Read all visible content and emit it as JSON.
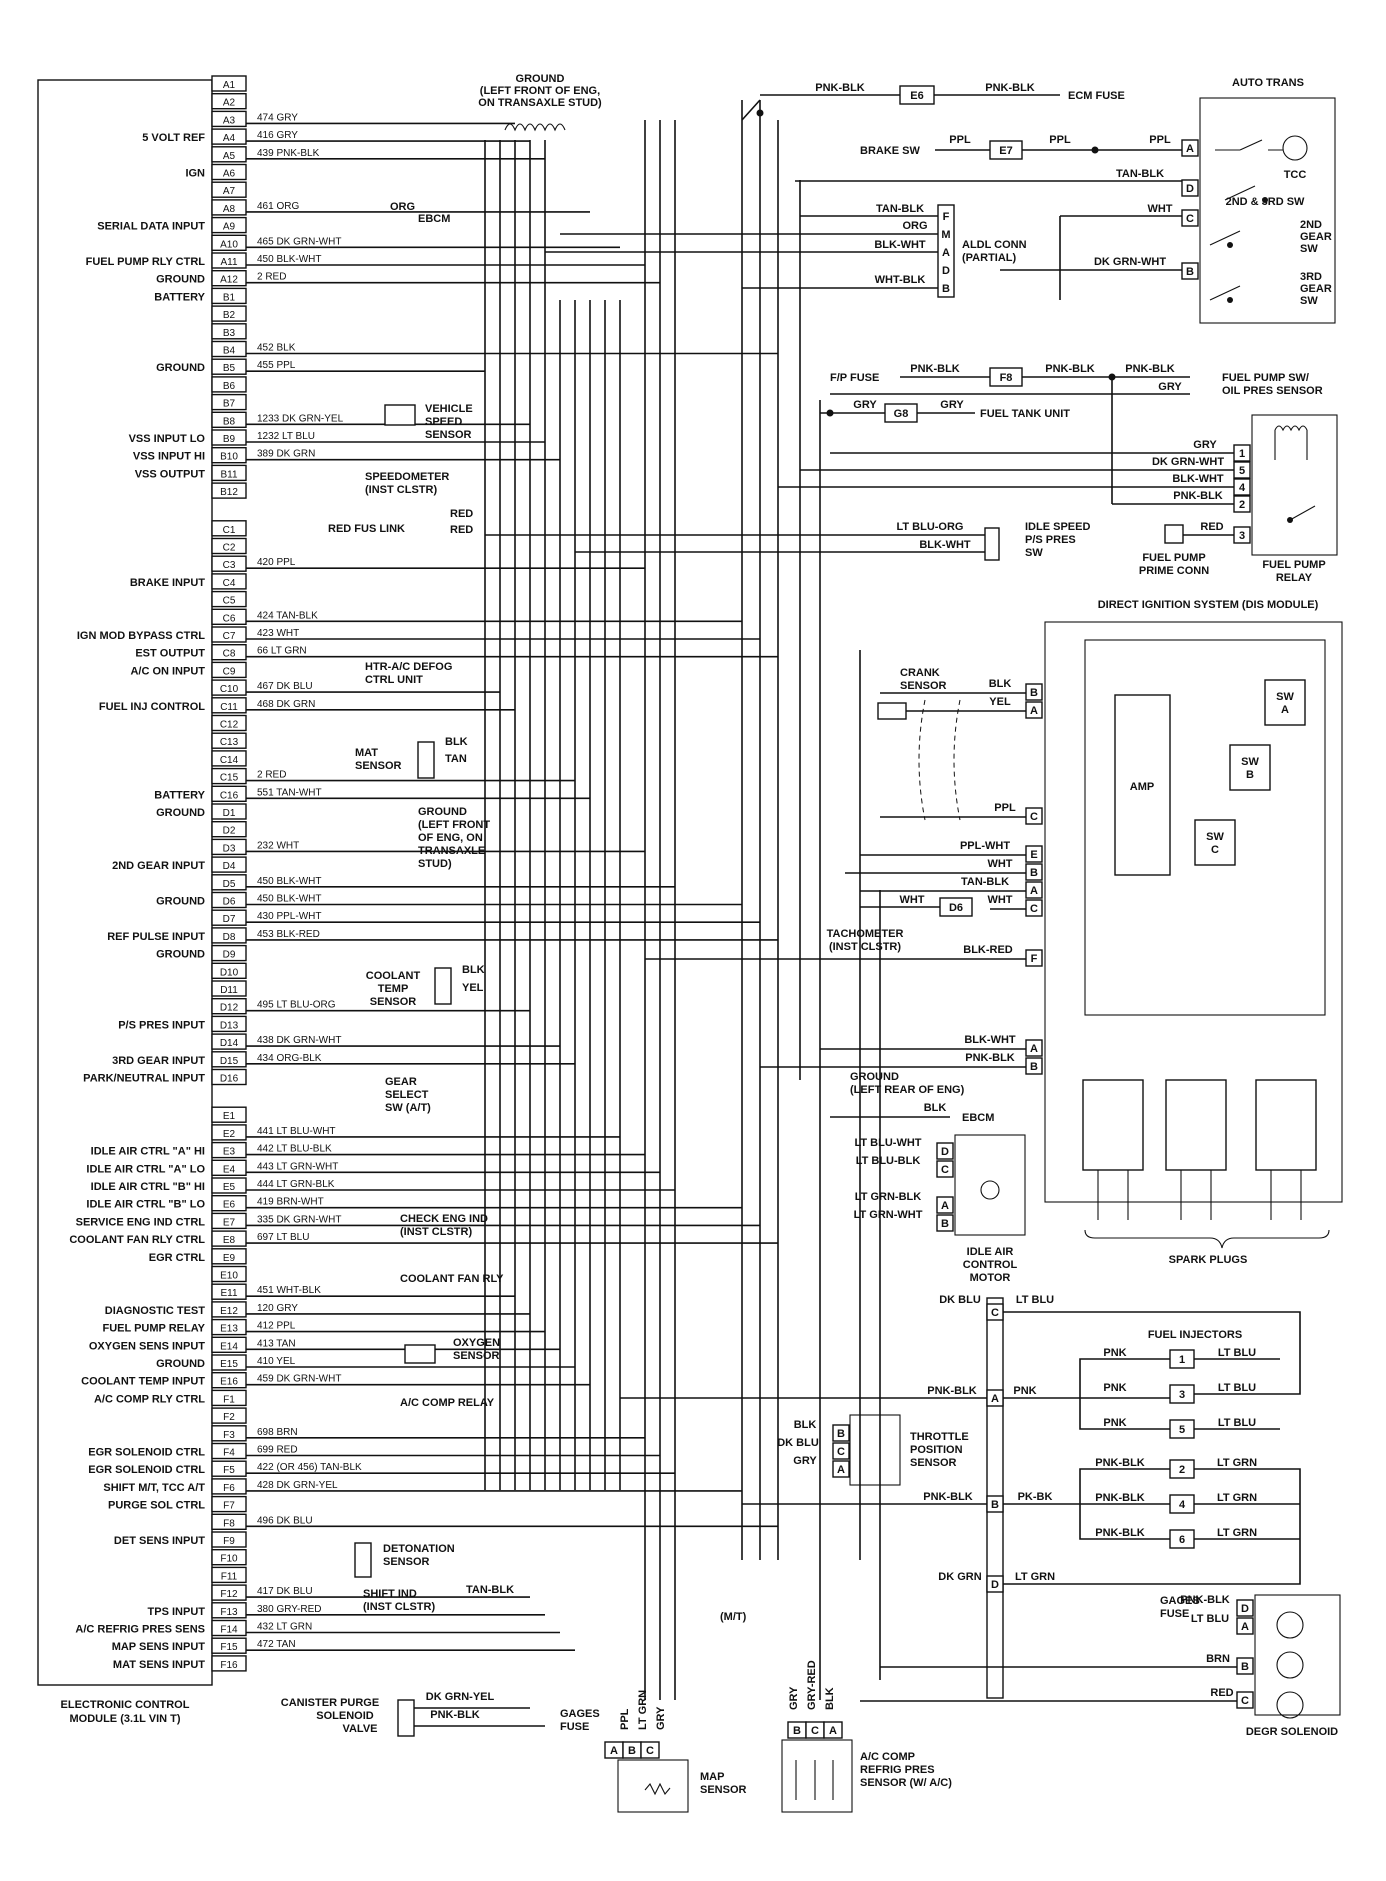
{
  "ecm": {
    "title_line1": "ELECTRONIC CONTROL",
    "title_line2": "MODULE (3.1L VIN T)",
    "pins": [
      {
        "pin": "A1",
        "func": "",
        "wire": ""
      },
      {
        "pin": "A2",
        "func": "",
        "wire": ""
      },
      {
        "pin": "A3",
        "func": "",
        "wire": "474 GRY"
      },
      {
        "pin": "A4",
        "func": "5 VOLT REF",
        "wire": "416 GRY"
      },
      {
        "pin": "A5",
        "func": "",
        "wire": "439 PNK-BLK"
      },
      {
        "pin": "A6",
        "func": "IGN",
        "wire": ""
      },
      {
        "pin": "A7",
        "func": "",
        "wire": ""
      },
      {
        "pin": "A8",
        "func": "",
        "wire": "461 ORG"
      },
      {
        "pin": "A9",
        "func": "SERIAL DATA INPUT",
        "wire": ""
      },
      {
        "pin": "A10",
        "func": "",
        "wire": "465 DK GRN-WHT"
      },
      {
        "pin": "A11",
        "func": "FUEL PUMP RLY CTRL",
        "wire": "450 BLK-WHT"
      },
      {
        "pin": "A12",
        "func": "GROUND",
        "wire": "2 RED"
      },
      {
        "pin": "B1",
        "func": "BATTERY",
        "wire": ""
      },
      {
        "pin": "B2",
        "func": "",
        "wire": ""
      },
      {
        "pin": "B3",
        "func": "",
        "wire": ""
      },
      {
        "pin": "B4",
        "func": "",
        "wire": "452 BLK"
      },
      {
        "pin": "B5",
        "func": "GROUND",
        "wire": "455 PPL"
      },
      {
        "pin": "B6",
        "func": "",
        "wire": ""
      },
      {
        "pin": "B7",
        "func": "",
        "wire": ""
      },
      {
        "pin": "B8",
        "func": "",
        "wire": "1233 DK GRN-YEL"
      },
      {
        "pin": "B9",
        "func": "VSS INPUT LO",
        "wire": "1232 LT BLU"
      },
      {
        "pin": "B10",
        "func": "VSS INPUT HI",
        "wire": "389 DK GRN"
      },
      {
        "pin": "B11",
        "func": "VSS OUTPUT",
        "wire": ""
      },
      {
        "pin": "B12",
        "func": "",
        "wire": ""
      },
      {
        "pin": "C1",
        "func": "",
        "wire": ""
      },
      {
        "pin": "C2",
        "func": "",
        "wire": ""
      },
      {
        "pin": "C3",
        "func": "",
        "wire": "420 PPL"
      },
      {
        "pin": "C4",
        "func": "BRAKE INPUT",
        "wire": ""
      },
      {
        "pin": "C5",
        "func": "",
        "wire": ""
      },
      {
        "pin": "C6",
        "func": "",
        "wire": "424 TAN-BLK"
      },
      {
        "pin": "C7",
        "func": "IGN MOD BYPASS CTRL",
        "wire": "423 WHT"
      },
      {
        "pin": "C8",
        "func": "EST OUTPUT",
        "wire": "66 LT GRN"
      },
      {
        "pin": "C9",
        "func": "A/C ON INPUT",
        "wire": ""
      },
      {
        "pin": "C10",
        "func": "",
        "wire": "467 DK BLU"
      },
      {
        "pin": "C11",
        "func": "FUEL INJ CONTROL",
        "wire": "468 DK GRN"
      },
      {
        "pin": "C12",
        "func": "",
        "wire": ""
      },
      {
        "pin": "C13",
        "func": "",
        "wire": ""
      },
      {
        "pin": "C14",
        "func": "",
        "wire": ""
      },
      {
        "pin": "C15",
        "func": "",
        "wire": "2 RED"
      },
      {
        "pin": "C16",
        "func": "BATTERY",
        "wire": "551 TAN-WHT"
      },
      {
        "pin": "D1",
        "func": "GROUND",
        "wire": ""
      },
      {
        "pin": "D2",
        "func": "",
        "wire": ""
      },
      {
        "pin": "D3",
        "func": "",
        "wire": "232 WHT"
      },
      {
        "pin": "D4",
        "func": "2ND GEAR INPUT",
        "wire": ""
      },
      {
        "pin": "D5",
        "func": "",
        "wire": "450 BLK-WHT"
      },
      {
        "pin": "D6",
        "func": "GROUND",
        "wire": "450 BLK-WHT"
      },
      {
        "pin": "D7",
        "func": "",
        "wire": "430 PPL-WHT"
      },
      {
        "pin": "D8",
        "func": "REF PULSE INPUT",
        "wire": "453 BLK-RED"
      },
      {
        "pin": "D9",
        "func": "GROUND",
        "wire": ""
      },
      {
        "pin": "D10",
        "func": "",
        "wire": ""
      },
      {
        "pin": "D11",
        "func": "",
        "wire": ""
      },
      {
        "pin": "D12",
        "func": "",
        "wire": "495 LT BLU-ORG"
      },
      {
        "pin": "D13",
        "func": "P/S PRES INPUT",
        "wire": ""
      },
      {
        "pin": "D14",
        "func": "",
        "wire": "438 DK GRN-WHT"
      },
      {
        "pin": "D15",
        "func": "3RD GEAR INPUT",
        "wire": "434 ORG-BLK"
      },
      {
        "pin": "D16",
        "func": "PARK/NEUTRAL INPUT",
        "wire": ""
      },
      {
        "pin": "E1",
        "func": "",
        "wire": ""
      },
      {
        "pin": "E2",
        "func": "",
        "wire": "441 LT BLU-WHT"
      },
      {
        "pin": "E3",
        "func": "IDLE AIR CTRL \"A\" HI",
        "wire": "442 LT BLU-BLK"
      },
      {
        "pin": "E4",
        "func": "IDLE AIR CTRL \"A\" LO",
        "wire": "443 LT GRN-WHT"
      },
      {
        "pin": "E5",
        "func": "IDLE AIR CTRL \"B\" HI",
        "wire": "444 LT GRN-BLK"
      },
      {
        "pin": "E6",
        "func": "IDLE AIR CTRL \"B\" LO",
        "wire": "419 BRN-WHT"
      },
      {
        "pin": "E7",
        "func": "SERVICE ENG IND CTRL",
        "wire": "335 DK GRN-WHT"
      },
      {
        "pin": "E8",
        "func": "COOLANT FAN RLY CTRL",
        "wire": "697 LT BLU"
      },
      {
        "pin": "E9",
        "func": "EGR CTRL",
        "wire": ""
      },
      {
        "pin": "E10",
        "func": "",
        "wire": ""
      },
      {
        "pin": "E11",
        "func": "",
        "wire": "451 WHT-BLK"
      },
      {
        "pin": "E12",
        "func": "DIAGNOSTIC TEST",
        "wire": "120 GRY"
      },
      {
        "pin": "E13",
        "func": "FUEL PUMP RELAY",
        "wire": "412 PPL"
      },
      {
        "pin": "E14",
        "func": "OXYGEN SENS INPUT",
        "wire": "413 TAN"
      },
      {
        "pin": "E15",
        "func": "GROUND",
        "wire": "410 YEL"
      },
      {
        "pin": "E16",
        "func": "COOLANT TEMP INPUT",
        "wire": "459 DK GRN-WHT"
      },
      {
        "pin": "F1",
        "func": "A/C COMP RLY CTRL",
        "wire": ""
      },
      {
        "pin": "F2",
        "func": "",
        "wire": ""
      },
      {
        "pin": "F3",
        "func": "",
        "wire": "698 BRN"
      },
      {
        "pin": "F4",
        "func": "EGR SOLENOID CTRL",
        "wire": "699 RED"
      },
      {
        "pin": "F5",
        "func": "EGR SOLENOID CTRL",
        "wire": "422 (OR 456) TAN-BLK"
      },
      {
        "pin": "F6",
        "func": "SHIFT M/T, TCC A/T",
        "wire": "428 DK GRN-YEL"
      },
      {
        "pin": "F7",
        "func": "PURGE SOL CTRL",
        "wire": ""
      },
      {
        "pin": "F8",
        "func": "",
        "wire": "496 DK BLU"
      },
      {
        "pin": "F9",
        "func": "DET SENS INPUT",
        "wire": ""
      },
      {
        "pin": "F10",
        "func": "",
        "wire": ""
      },
      {
        "pin": "F11",
        "func": "",
        "wire": ""
      },
      {
        "pin": "F12",
        "func": "",
        "wire": "417 DK BLU"
      },
      {
        "pin": "F13",
        "func": "TPS INPUT",
        "wire": "380 GRY-RED"
      },
      {
        "pin": "F14",
        "func": "A/C REFRIG PRES SENS",
        "wire": "432 LT GRN"
      },
      {
        "pin": "F15",
        "func": "MAP SENS INPUT",
        "wire": "472 TAN"
      },
      {
        "pin": "F16",
        "func": "MAT SENS INPUT",
        "wire": ""
      }
    ]
  },
  "labels": {
    "ground_top": [
      "GROUND",
      "(LEFT FRONT OF ENG,",
      "ON TRANSAXLE STUD)"
    ],
    "ebcm_a8": "EBCM",
    "org_a8": "ORG",
    "vehicle_speed_sensor": [
      "VEHICLE",
      "SPEED",
      "SENSOR"
    ],
    "speedometer": [
      "SPEEDOMETER",
      "(INST CLSTR)"
    ],
    "red_fus_link": "RED FUS LINK",
    "red1": "RED",
    "red2": "RED",
    "htr_ac": [
      "HTR-A/C DEFOG",
      "CTRL UNIT"
    ],
    "mat_sensor": [
      "MAT",
      "SENSOR"
    ],
    "mat_blk": "BLK",
    "mat_tan": "TAN",
    "ground_mid": [
      "GROUND",
      "(LEFT FRONT",
      "OF ENG, ON",
      "TRANSAXLE",
      "STUD)"
    ],
    "coolant_temp_sensor": [
      "COOLANT",
      "TEMP",
      "SENSOR"
    ],
    "cts_blk": "BLK",
    "cts_yel": "YEL",
    "gear_select": [
      "GEAR",
      "SELECT",
      "SW (A/T)"
    ],
    "check_eng": [
      "CHECK ENG IND",
      "(INST CLSTR)"
    ],
    "coolant_fan_rly": "COOLANT FAN RLY",
    "oxygen_sensor": [
      "OXYGEN",
      "SENSOR"
    ],
    "ac_comp_relay": "A/C COMP RELAY",
    "detonation_sensor": [
      "DETONATION",
      "SENSOR"
    ],
    "shift_ind": [
      "SHIFT IND",
      "(INST CLSTR)"
    ],
    "shift_tan_blk": "TAN-BLK",
    "canister": [
      "CANISTER PURGE",
      "SOLENOID",
      "VALVE"
    ],
    "can_dkgrn_yel": "DK GRN-YEL",
    "can_pnk_blk": "PNK-BLK",
    "gages_fuse_bottom": [
      "GAGES",
      "FUSE"
    ],
    "mt": "(M/T)",
    "map_sensor": [
      "MAP",
      "SENSOR"
    ],
    "map_pins": [
      "A",
      "B",
      "C"
    ],
    "map_wires": [
      "PPL",
      "LT GRN",
      "GRY"
    ],
    "ac_refrig": [
      "A/C COMP",
      "REFRIG PRES",
      "SENSOR (W/ A/C)"
    ],
    "ac_pins": [
      "B",
      "C",
      "A"
    ],
    "ac_wires": [
      "GRY",
      "GRY-RED",
      "BLK"
    ],
    "e6_fuse": "E6",
    "e6_left": "PNK-BLK",
    "e6_right": "PNK-BLK",
    "ecm_fuse": "ECM FUSE",
    "brake_sw": "BRAKE SW",
    "e7": "E7",
    "brake_ppl1": "PPL",
    "brake_ppl2": "PPL",
    "brake_ppl3": "PPL",
    "auto_trans": "AUTO TRANS",
    "tcc": "TCC",
    "sw_23": "2ND & 3RD SW",
    "gear2": [
      "2ND",
      "GEAR",
      "SW"
    ],
    "gear3": [
      "3RD",
      "GEAR",
      "SW"
    ],
    "at_tan_blk": "TAN-BLK",
    "at_wht": "WHT",
    "at_dkgrn_wht": "DK GRN-WHT",
    "at_pins": [
      "A",
      "D",
      "C",
      "B"
    ],
    "aldl": [
      "ALDL CONN",
      "(PARTIAL)"
    ],
    "aldl_wires": [
      "TAN-BLK",
      "ORG",
      "BLK-WHT",
      "WHT-BLK"
    ],
    "aldl_pins": [
      "F",
      "M",
      "A",
      "D",
      "B"
    ],
    "fp_fuse": "F/P FUSE",
    "f8": "F8",
    "fp_pnk1": "PNK-BLK",
    "fp_pnk2": "PNK-BLK",
    "fp_pnk3": "PNK-BLK",
    "fp_gry": "GRY",
    "fuel_pump_sw": [
      "FUEL PUMP SW/",
      "OIL PRES SENSOR"
    ],
    "g8": "G8",
    "g8_gry1": "GRY",
    "g8_gry2": "GRY",
    "fuel_tank": "FUEL TANK UNIT",
    "relay_wires": [
      "GRY",
      "DK GRN-WHT",
      "BLK-WHT",
      "PNK-BLK",
      "RED"
    ],
    "relay_pins": [
      "1",
      "5",
      "4",
      "2",
      "3"
    ],
    "fuel_pump_prime": [
      "FUEL PUMP",
      "PRIME CONN"
    ],
    "fuel_pump_relay": [
      "FUEL PUMP",
      "RELAY"
    ],
    "idle_speed": [
      "IDLE SPEED",
      "P/S PRES",
      "SW"
    ],
    "iss_wires": [
      "LT BLU-ORG",
      "BLK-WHT"
    ],
    "dis_title": "DIRECT IGNITION SYSTEM (DIS MODULE)",
    "crank_sensor": [
      "CRANK",
      "SENSOR"
    ],
    "dis_wires": [
      "BLK",
      "YEL",
      "PPL",
      "PPL-WHT",
      "WHT",
      "TAN-BLK",
      "WHT",
      "BLK-RED"
    ],
    "dis_pins": [
      "B",
      "A",
      "C",
      "E",
      "B",
      "A",
      "C",
      "F"
    ],
    "d6": "D6",
    "d6_wht": "WHT",
    "tachometer": [
      "TACHOMETER",
      "(INST CLSTR)"
    ],
    "amp": "AMP",
    "sw_a": [
      "SW",
      "A"
    ],
    "sw_b": [
      "SW",
      "B"
    ],
    "sw_c": [
      "SW",
      "C"
    ],
    "dis_gnd_wires": [
      "BLK-WHT",
      "PNK-BLK"
    ],
    "dis_gnd_pins": [
      "A",
      "B"
    ],
    "ground_rear": [
      "GROUND",
      "(LEFT REAR OF ENG)"
    ],
    "ebcm_blk": "BLK",
    "ebcm2": "EBCM",
    "spark_plugs": "SPARK PLUGS",
    "iac_wires": [
      "LT BLU-WHT",
      "LT BLU-BLK",
      "LT GRN-BLK",
      "LT GRN-WHT"
    ],
    "iac_pins": [
      "D",
      "C",
      "A",
      "B"
    ],
    "iac": [
      "IDLE AIR",
      "CONTROL",
      "MOTOR"
    ],
    "inj_dk_blu": "DK BLU",
    "inj_lt_blu": "LT BLU",
    "fuel_injectors": "FUEL INJECTORS",
    "inj_pnk": [
      "PNK",
      "PNK",
      "PNK"
    ],
    "inj_num_a": [
      "1",
      "3",
      "5"
    ],
    "inj_ltblu": [
      "LT BLU",
      "LT BLU",
      "LT BLU"
    ],
    "inj_pnkblk_a": "PNK-BLK",
    "inj_pnk_a": "PNK",
    "inj_pnkblk_b": "PNK-BLK",
    "inj_pkbk": "PK-BK",
    "inj_pnkblk": [
      "PNK-BLK",
      "PNK-BLK",
      "PNK-BLK"
    ],
    "inj_num_b": [
      "2",
      "4",
      "6"
    ],
    "inj_ltgrn": [
      "LT GRN",
      "LT GRN",
      "LT GRN"
    ],
    "inj_dk_grn": "DK GRN",
    "inj_lt_grn": "LT GRN",
    "inj_pins": [
      "C",
      "A",
      "B",
      "D"
    ],
    "tps_wires": [
      "BLK",
      "DK BLU",
      "GRY"
    ],
    "tps_pins": [
      "B",
      "C",
      "A"
    ],
    "throttle": [
      "THROTTLE",
      "POSITION",
      "SENSOR"
    ],
    "gages_fuse_right": [
      "GAGES",
      "FUSE"
    ],
    "egr_wires": [
      "PNK-BLK",
      "LT BLU",
      "BRN",
      "RED"
    ],
    "egr_pins": [
      "D",
      "A",
      "B",
      "C"
    ],
    "degr": "DEGR SOLENOID"
  }
}
